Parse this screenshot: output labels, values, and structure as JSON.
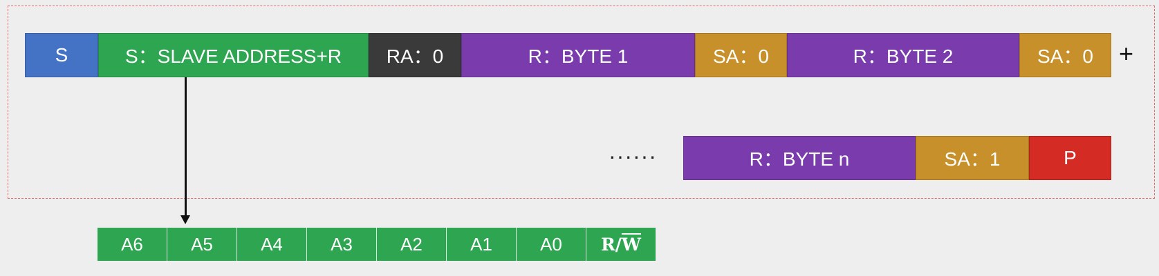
{
  "top_row": [
    {
      "label": "S",
      "color": "#4472c4"
    },
    {
      "label": "S：SLAVE ADDRESS+R",
      "color": "#2ea550"
    },
    {
      "label": "RA：0",
      "color": "#3a3a3a"
    },
    {
      "label": "R：BYTE 1",
      "color": "#7a3cad"
    },
    {
      "label": "SA：0",
      "color": "#c8902a"
    },
    {
      "label": "R：BYTE 2",
      "color": "#7a3cad"
    },
    {
      "label": "SA：0",
      "color": "#c8902a"
    }
  ],
  "continuation_symbol": "+",
  "ellipsis": "······",
  "bottom_row": [
    {
      "label": "R：BYTE n",
      "color": "#7a3cad"
    },
    {
      "label": "SA：1",
      "color": "#c8902a"
    },
    {
      "label": "P",
      "color": "#d42c24"
    }
  ],
  "address_bits": [
    "A6",
    "A5",
    "A4",
    "A3",
    "A2",
    "A1",
    "A0"
  ],
  "rw_bit": {
    "prefix": "R/",
    "overlined": "W"
  },
  "frame_color": "#e06a6a"
}
